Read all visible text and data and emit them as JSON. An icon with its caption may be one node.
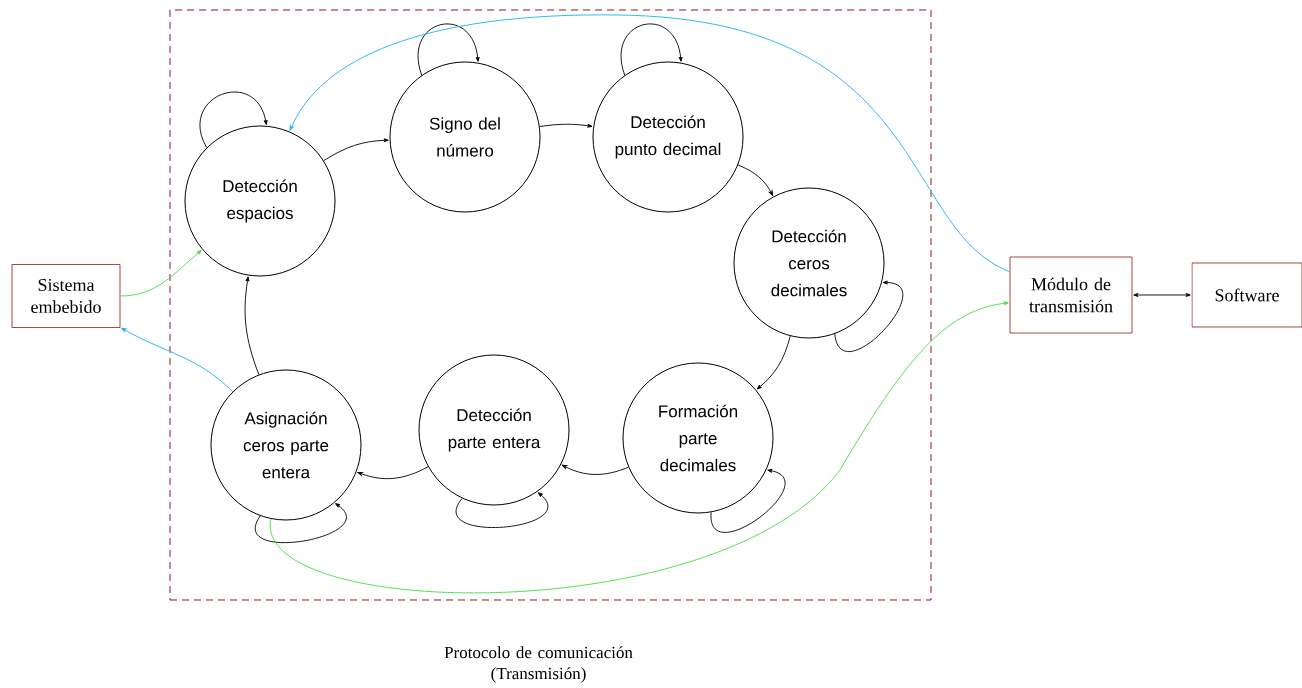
{
  "diagram": {
    "nodes": [
      {
        "text": [
          "Protocolo de comunicación (Transmisión)"
        ]
      },
      {
        "text": [
          "Detección espacios"
        ],
        "in": 0
      },
      {
        "text": [
          "Signo del número"
        ],
        "in": 0
      },
      {
        "text": [
          "Detección punto decimal"
        ],
        "in": 0
      },
      {
        "text": [
          "Detección ceros decimales"
        ],
        "in": 0
      },
      {
        "text": [
          "Formación parte decimales"
        ],
        "in": 0
      },
      {
        "text": [
          "Detección parte entera"
        ],
        "in": 0
      },
      {
        "text": [
          "Asignación ceros parte entera"
        ],
        "in": 0
      },
      {
        "text": [
          "Sistema embebido"
        ]
      },
      {
        "text": [
          "Módulo de transmisión"
        ]
      },
      {
        "text": [
          "Software"
        ]
      }
    ],
    "edges": [
      {
        "from": 1,
        "to": 1,
        "arrow": "to"
      },
      {
        "from": 2,
        "to": 2,
        "arrow": "to"
      },
      {
        "from": 3,
        "to": 3,
        "arrow": "to"
      },
      {
        "from": 4,
        "to": 4,
        "arrow": "to"
      },
      {
        "from": 5,
        "to": 5,
        "arrow": "to"
      },
      {
        "from": 6,
        "to": 6,
        "arrow": "to"
      },
      {
        "from": 7,
        "to": 7,
        "arrow": "to"
      },
      {
        "from": 1,
        "to": 2,
        "arrow": "to"
      },
      {
        "from": 2,
        "to": 3,
        "arrow": "to"
      },
      {
        "from": 3,
        "to": 4,
        "arrow": "to"
      },
      {
        "from": 4,
        "to": 5,
        "arrow": "to"
      },
      {
        "from": 5,
        "to": 6,
        "arrow": "to"
      },
      {
        "from": 6,
        "to": 7,
        "arrow": "to"
      },
      {
        "from": 7,
        "to": 1,
        "arrow": "to"
      },
      {
        "from": 8,
        "to": 1,
        "arrow": "to",
        "color": "#44dd44"
      },
      {
        "from": 7,
        "to": 8,
        "arrow": "to",
        "color": "#1ab2ee"
      },
      {
        "from": 9,
        "to": 1,
        "arrow": "to",
        "color": "#1ab2ee"
      },
      {
        "from": 7,
        "to": 9,
        "arrow": "to",
        "color": "#44dd44"
      },
      {
        "from": 9,
        "to": 10,
        "arrow": "both"
      }
    ]
  }
}
